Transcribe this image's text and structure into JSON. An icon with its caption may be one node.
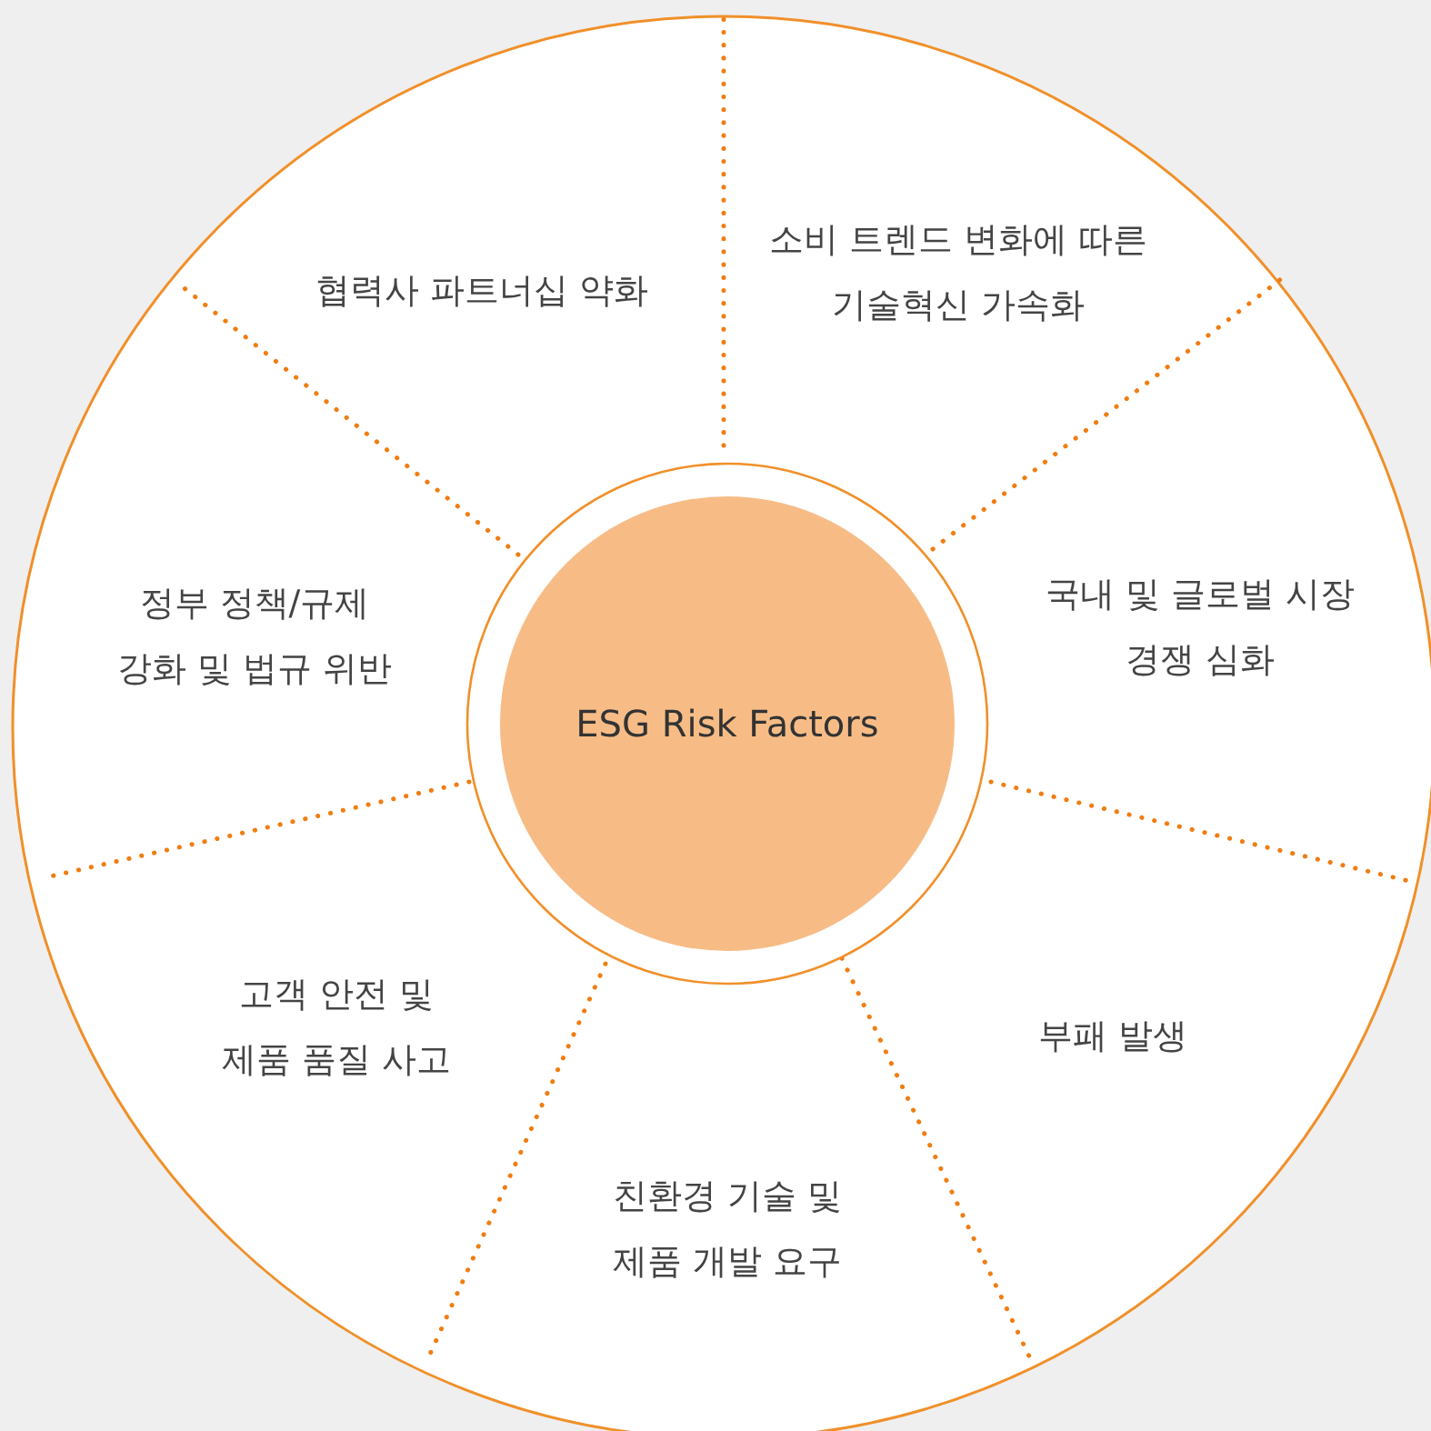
{
  "diagram": {
    "nodes": [
      {
        "text": [
          "ESG Risk Factors"
        ]
      },
      {
        "text": [
          "협력사 파트너십 약화"
        ]
      },
      {
        "text": [
          "소비 트렌드 변화에 따른 기술혁신 가속화"
        ]
      },
      {
        "text": [
          "국내 및 글로벌 시장 경쟁 심화"
        ]
      },
      {
        "text": [
          "부패 발생"
        ]
      },
      {
        "text": [
          "친환경 기술 및 제품 개발 요구"
        ]
      },
      {
        "text": [
          "고객 안전 및 제품 품질 사고"
        ]
      },
      {
        "text": [
          "정부 정책/규제 강화 및 법규 위반"
        ]
      }
    ]
  }
}
